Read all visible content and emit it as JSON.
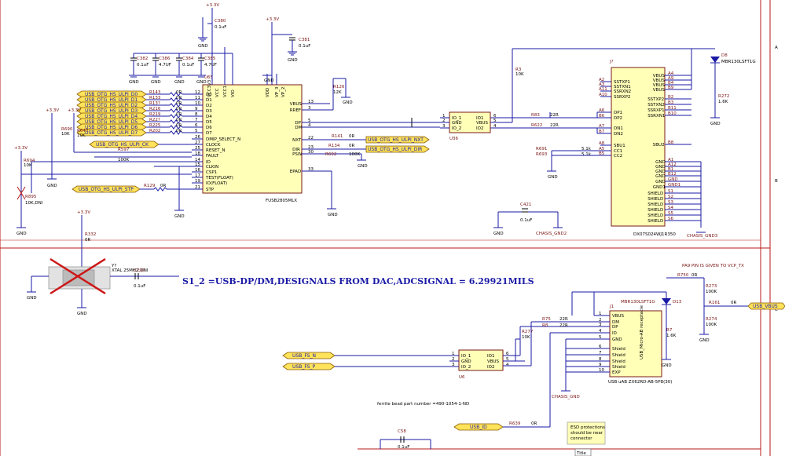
{
  "title_note": "S1_2 =USB-DP/DM,DESIGNALS FROM DAC,ADCSIGNAL = 6.29921MILS",
  "ferrite_note": "ferrite bead part number =490-1054-1-ND",
  "esd_note": [
    "ESD protections",
    "should be near",
    "connector"
  ],
  "pa9_note": "PA9 PIN IS GIVEN TO VCP_TX",
  "frame_labels": {
    "a": "A",
    "b": "B",
    "c": "C"
  },
  "supplies": {
    "v33": "+3.3V",
    "gnd": "GND",
    "chasis_gnd2": "CHASIS_GND2",
    "chasis_gnd3": "CHASIS_GND3",
    "chasis_gnd": "CHASIS_GND"
  },
  "ulpi_nets": [
    "USB_OTG_HS_ULPI_D0",
    "USB_OTG_HS_ULPI_D1",
    "USB_OTG_HS_ULPI_D2",
    "USB_OTG_HS_ULPI_D3",
    "USB_OTG_HS_ULPI_D4",
    "USB_OTG_HS_ULPI_D5",
    "USB_OTG_HS_ULPI_D6",
    "USB_OTG_HS_ULPI_D7"
  ],
  "other_nets": {
    "ck": "USB_OTG_HS_ULPI_CK",
    "stp": "USB_OTG_HS_ULPI_STP",
    "nxt": "USB_OTG_HS_ULPI_NXT",
    "dir": "USB_OTG_HS_ULPI_DIR",
    "fs_n": "USB_FS_N",
    "fs_p": "USB_FS_P",
    "usb_id": "USB_ID",
    "usb_vbus": "USB_VBUS"
  },
  "ulpi_resistors": [
    {
      "ref": "R143",
      "val": "0R"
    },
    {
      "ref": "R133",
      "val": "0R"
    },
    {
      "ref": "R13?",
      "val": "0R"
    },
    {
      "ref": "R216",
      "val": "0R"
    },
    {
      "ref": "R219",
      "val": "0R"
    },
    {
      "ref": "R22?",
      "val": "0R"
    },
    {
      "ref": "R225",
      "val": "0R"
    },
    {
      "ref": "R202",
      "val": "0R"
    }
  ],
  "u65": {
    "ref": "U65",
    "part": "FUSB2805MLX",
    "left_pins": [
      {
        "num": "12",
        "name": "D0"
      },
      {
        "num": "11",
        "name": "D1"
      },
      {
        "num": "10",
        "name": "D2"
      },
      {
        "num": "9",
        "name": "D3"
      },
      {
        "num": "8",
        "name": "D4"
      },
      {
        "num": "7",
        "name": "D5"
      },
      {
        "num": "6",
        "name": "D6"
      },
      {
        "num": "5",
        "name": "D7"
      },
      {
        "num": "26",
        "name": "DMIP_SELECT_N"
      },
      {
        "num": "27",
        "name": "CLOCK"
      },
      {
        "num": "25",
        "name": "RESET_N"
      },
      {
        "num": "18",
        "name": "FAULT"
      },
      {
        "num": "14",
        "name": "ID"
      },
      {
        "num": "15",
        "name": "CLKIN"
      },
      {
        "num": "16",
        "name": "CSP1"
      },
      {
        "num": "17",
        "name": "TEST(FLOAT)"
      },
      {
        "num": "19",
        "name": "IO(FLOAT)"
      },
      {
        "num": "21",
        "name": "STP"
      }
    ],
    "right_pins": [
      {
        "num": "13",
        "name": "VBUS"
      },
      {
        "num": "3",
        "name": "RREF"
      },
      {
        "num": "5",
        "name": "DP"
      },
      {
        "num": "4",
        "name": "DM"
      },
      {
        "num": "22",
        "name": "NXT"
      },
      {
        "num": "23",
        "name": "DIR"
      },
      {
        "num": "30",
        "name": "PSW"
      },
      {
        "num": "33",
        "name": "EPAD"
      }
    ],
    "top_pins": [
      "VCC3V3",
      "VCC",
      "VCC1",
      "VIO",
      "VDD",
      "VP_3",
      "VP_2"
    ]
  },
  "caps": [
    {
      "ref": "C380",
      "val": "0.1uF"
    },
    {
      "ref": "C381",
      "val": "0.1uF"
    },
    {
      "ref": "C382",
      "val": "0.1uF"
    },
    {
      "ref": "C386",
      "val": "4.7UF"
    },
    {
      "ref": "C384",
      "val": "0.1uF"
    },
    {
      "ref": "C385",
      "val": "4.7UF"
    },
    {
      "ref": "C421",
      "val": "0.1uF"
    },
    {
      "ref": "C290",
      "val": "0.1uF"
    },
    {
      "ref": "C58",
      "val": "0.1uF"
    }
  ],
  "misc_resistors": {
    "r126": {
      "ref": "R126",
      "val": "12K"
    },
    "r694": {
      "ref": "R694",
      "val": "10K"
    },
    "r690": {
      "ref": "R690",
      "val": "10K"
    },
    "r647": {
      "ref": "R647",
      "val": "10K"
    },
    "r597": {
      "ref": "R597",
      "val": "100K"
    },
    "r129": {
      "ref": "R129",
      "val": "0R"
    },
    "r141": {
      "ref": "R141",
      "val": "0R"
    },
    "r134": {
      "ref": "R134",
      "val": "0R"
    },
    "r692": {
      "ref": "R692",
      "val": "100K"
    },
    "r3": {
      "ref": "R3",
      "val": "10K"
    },
    "r83": {
      "ref": "R83",
      "val": "22R"
    },
    "r622": {
      "ref": "R622",
      "val": "22R"
    },
    "r691": {
      "ref": "R691",
      "val": "5.1k"
    },
    "r693": {
      "ref": "R693",
      "val": "5.1k"
    },
    "r272": {
      "ref": "R272",
      "val": "1.6K"
    },
    "r332": {
      "ref": "R332",
      "val": "0R"
    },
    "r895": {
      "ref": "R895",
      "val": "10K,DNI"
    },
    "r750": {
      "ref": "R750",
      "val": "0R"
    },
    "r273": {
      "ref": "R273",
      "val": "100K"
    },
    "r161": {
      "ref": "R161",
      "val": "0R"
    },
    "r274": {
      "ref": "R274",
      "val": "100K"
    },
    "r7": {
      "ref": "R7",
      "val": "1.6K"
    },
    "r75": {
      "ref": "R75",
      "val": "22R"
    },
    "r8": {
      "ref": "R8",
      "val": "22R"
    },
    "r277": {
      "ref": "R277",
      "val": "10K"
    },
    "r639": {
      "ref": "R639",
      "val": "0R"
    }
  },
  "u36": {
    "ref": "U36",
    "pins_l": [
      {
        "num": "1",
        "name": "IO_1"
      },
      {
        "num": "2",
        "name": "GND"
      },
      {
        "num": "3",
        "name": "IO_2"
      }
    ],
    "pins_r": [
      {
        "num": "6",
        "name": "IO1"
      },
      {
        "num": "5",
        "name": "VBUS"
      },
      {
        "num": "4",
        "name": "IO2"
      }
    ]
  },
  "u6": {
    "ref": "U6",
    "pins_l": [
      {
        "num": "1",
        "name": "IO_1"
      },
      {
        "num": "2",
        "name": "GND"
      },
      {
        "num": "3",
        "name": "IO_2"
      }
    ],
    "pins_r": [
      {
        "num": "6",
        "name": "IO1"
      },
      {
        "num": "5",
        "name": "VBUS"
      },
      {
        "num": "4",
        "name": "IO2"
      }
    ]
  },
  "usbc": {
    "ref": "J?",
    "part": "DX07S024WJ1R350",
    "left_pins": [
      {
        "num": "A2",
        "name": "SSTXP1"
      },
      {
        "num": "A3",
        "name": "SSTXN1"
      },
      {
        "num": "A11",
        "name": "SSRXN2"
      },
      {
        "num": "A10",
        "name": "SSRXP2"
      },
      {
        "num": "A6",
        "name": "DP1"
      },
      {
        "num": "B6",
        "name": "DP2"
      },
      {
        "num": "A7",
        "name": "DN1"
      },
      {
        "num": "B7",
        "name": "DN2"
      },
      {
        "num": "A8",
        "name": "SBU1"
      },
      {
        "num": "A5",
        "name": "CC1"
      },
      {
        "num": "B5",
        "name": "CC2"
      }
    ],
    "right_pins": [
      {
        "num": "A4",
        "name": "VBUS"
      },
      {
        "num": "A9",
        "name": "VBUS"
      },
      {
        "num": "B4",
        "name": "VBUS"
      },
      {
        "num": "B9",
        "name": "VBUS"
      },
      {
        "num": "B2",
        "name": "SSTXP2"
      },
      {
        "num": "B3",
        "name": "SSTXN2"
      },
      {
        "num": "B11",
        "name": "SSRXP1"
      },
      {
        "num": "B10",
        "name": "SSRXN1"
      },
      {
        "num": "B8",
        "name": "SBU2"
      },
      {
        "num": "A1",
        "name": "GND"
      },
      {
        "num": "A12",
        "name": "GND"
      },
      {
        "num": "B1",
        "name": "GND"
      },
      {
        "num": "B12",
        "name": "GND"
      },
      {
        "num": "GND",
        "name": "GND"
      },
      {
        "num": "GND1",
        "name": "GND1"
      },
      {
        "num": "S1",
        "name": "SHIELD"
      },
      {
        "num": "S2",
        "name": "SHIELD"
      },
      {
        "num": "S3",
        "name": "SHIELD"
      },
      {
        "num": "S4",
        "name": "SHIELD"
      },
      {
        "num": "S5",
        "name": "SHIELD"
      },
      {
        "num": "S6",
        "name": "SHIELD"
      }
    ]
  },
  "d8": {
    "ref": "D8",
    "part": "MBR130LSFT1G"
  },
  "d13": {
    "ref": "D13",
    "part": "MBR130LSFT1G"
  },
  "microusb": {
    "ref": "J1",
    "part": "USB_Micro-AB receptacle",
    "footer": "USB uAB ZX62RD-AB-5P8(30)",
    "pins": [
      {
        "num": "1",
        "name": "VBUS"
      },
      {
        "num": "2",
        "name": "DM"
      },
      {
        "num": "3",
        "name": "DP"
      },
      {
        "num": "4",
        "name": "ID"
      },
      {
        "num": "5",
        "name": "GND"
      },
      {
        "num": "6",
        "name": "Shield"
      },
      {
        "num": "7",
        "name": "Shield"
      },
      {
        "num": "8",
        "name": "Shield"
      },
      {
        "num": "9",
        "name": "Shield"
      },
      {
        "num": "10",
        "name": "EXP"
      }
    ]
  },
  "y_crystal": {
    "ref": "Y?",
    "val": "XTAL 25MHZ,DNI"
  },
  "bottom_tab": "Title"
}
